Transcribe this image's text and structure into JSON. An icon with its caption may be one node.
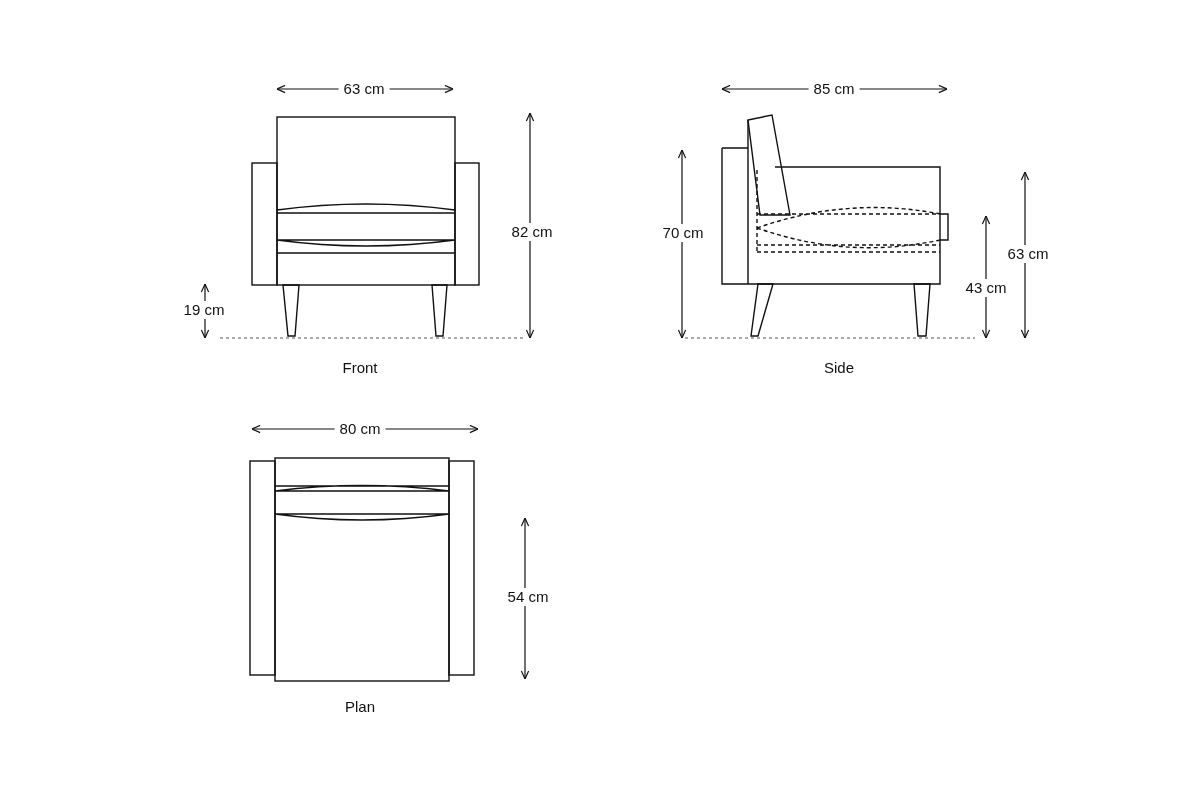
{
  "diagram": {
    "labels": [
      "63 cm",
      "85 cm",
      "82 cm",
      "70 cm",
      "63 cm",
      "43 cm",
      "19 cm",
      "Front",
      "Side",
      "80 cm",
      "54 cm",
      "Plan"
    ]
  }
}
